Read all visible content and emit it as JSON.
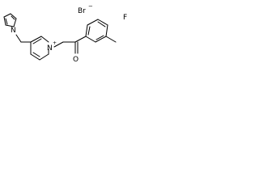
{
  "molecule": {
    "counterion": {
      "symbol": "Br",
      "charge": "−"
    },
    "atoms": {
      "pyrrole_nitrogen": "N",
      "pyridinium_nitrogen": "N",
      "pyridinium_charge": "+",
      "carbonyl_oxygen": "O",
      "fluorine": "F"
    }
  },
  "colors": {
    "bond": "#000000",
    "label": "#000000",
    "background": "#ffffff"
  }
}
